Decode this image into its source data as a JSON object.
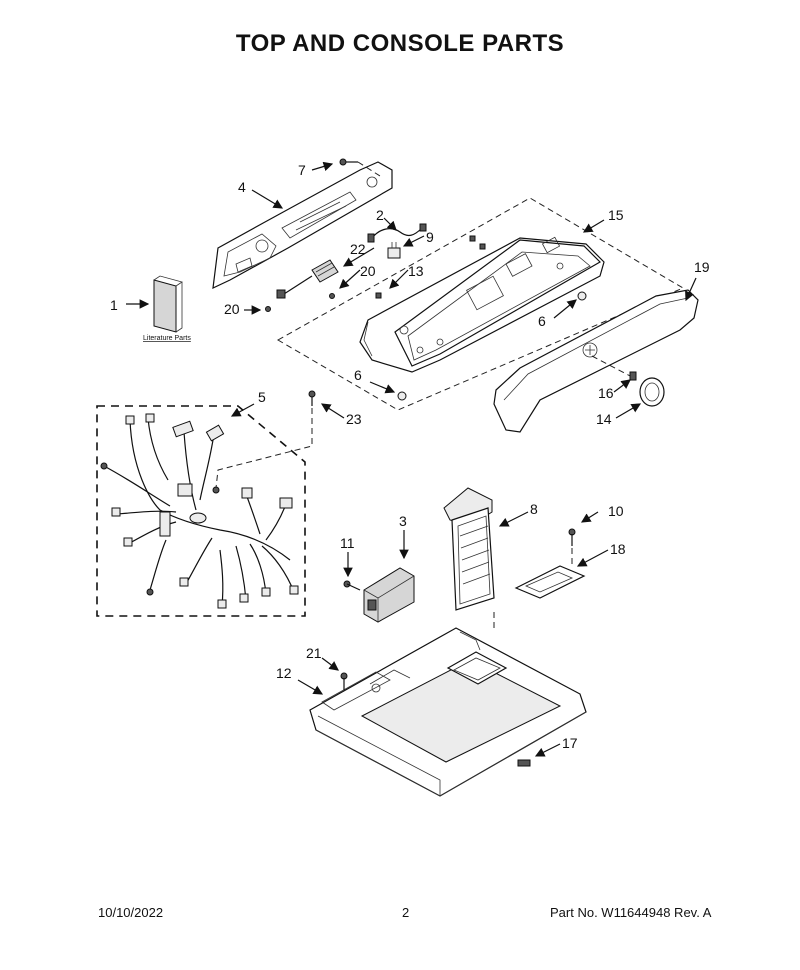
{
  "title": "TOP AND CONSOLE PARTS",
  "footer": {
    "date": "10/10/2022",
    "page": "2",
    "part_number": "Part No.  W11644948  Rev.  A"
  },
  "literature_label": "Literature Parts",
  "callouts": [
    "1",
    "2",
    "3",
    "4",
    "5",
    "6",
    "6",
    "7",
    "8",
    "9",
    "10",
    "11",
    "12",
    "13",
    "14",
    "15",
    "16",
    "17",
    "18",
    "19",
    "20",
    "20",
    "21",
    "22",
    "23"
  ]
}
